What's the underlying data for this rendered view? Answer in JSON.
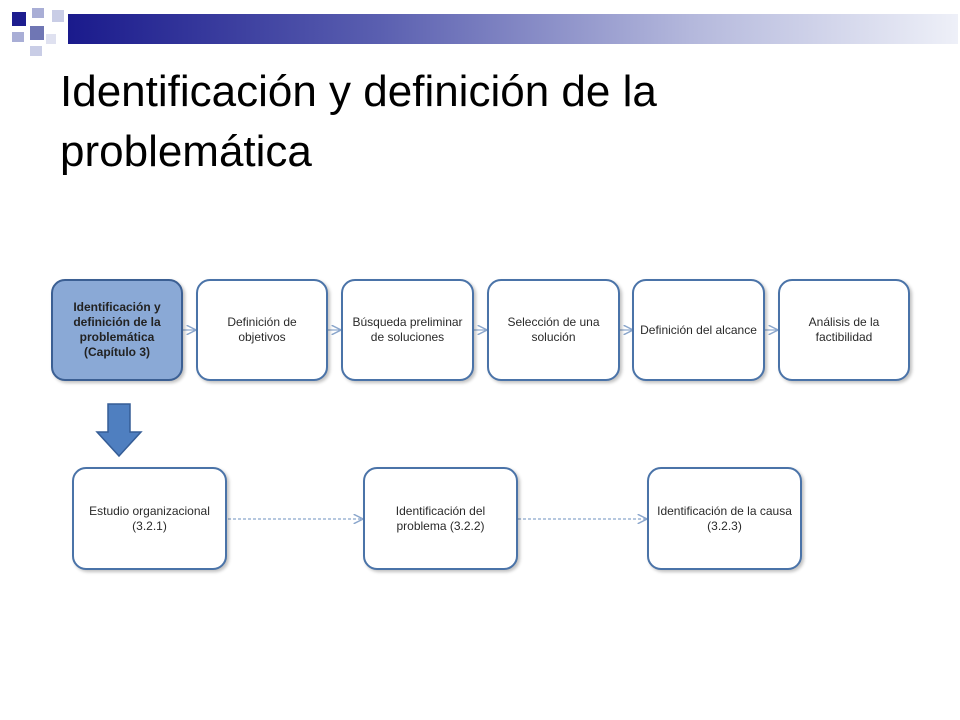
{
  "slide": {
    "title": "Identificación y definición de la problemática"
  },
  "colors": {
    "box_border": "#4a73a8",
    "highlight_fill": "#8aa9d6",
    "arrow_fill": "#4f7fc0",
    "connector": "#8aa6cc"
  },
  "top_row": [
    {
      "label": "Identificación y definición de la problemática (Capítulo 3)"
    },
    {
      "label": "Definición de objetivos"
    },
    {
      "label": "Búsqueda preliminar de soluciones"
    },
    {
      "label": "Selección de una solución"
    },
    {
      "label": "Definición del alcance"
    },
    {
      "label": "Análisis de la factibilidad"
    }
  ],
  "bottom_row": [
    {
      "label": "Estudio organizacional (3.2.1)"
    },
    {
      "label": "Identificación del problema (3.2.2)"
    },
    {
      "label": "Identificación de la causa (3.2.3)"
    }
  ]
}
